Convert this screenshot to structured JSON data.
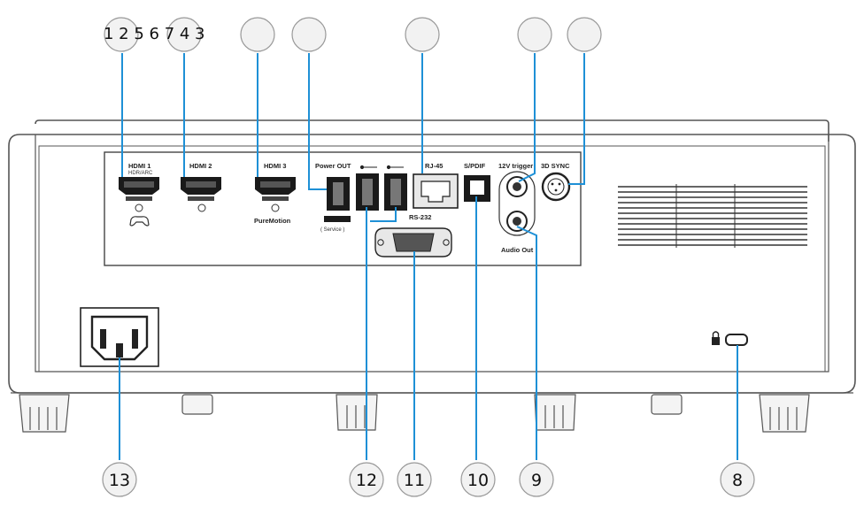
{
  "top_numbers": "1 2 5 6 7 4 3",
  "bottom_callouts": [
    "13",
    "12",
    "11",
    "10",
    "9",
    "8"
  ],
  "port_labels": {
    "hdmi1": "HDMI 1",
    "hdmi1_sub": "HDR/ARC",
    "hdmi2": "HDMI 2",
    "hdmi3": "HDMI 3",
    "power_out": "Power OUT",
    "service": "( Service )",
    "puremotion": "PureMotion",
    "rj45": "RJ-45",
    "spdif": "S/PDIF",
    "trigger": "12V trigger",
    "sync3d": "3D SYNC",
    "rs232": "RS-232",
    "audio_out": "Audio Out"
  },
  "colors": {
    "callout_fill": "#f2f2f2",
    "callout_stroke": "#999999",
    "leader": "#1e90d6",
    "body_line": "#555555"
  }
}
